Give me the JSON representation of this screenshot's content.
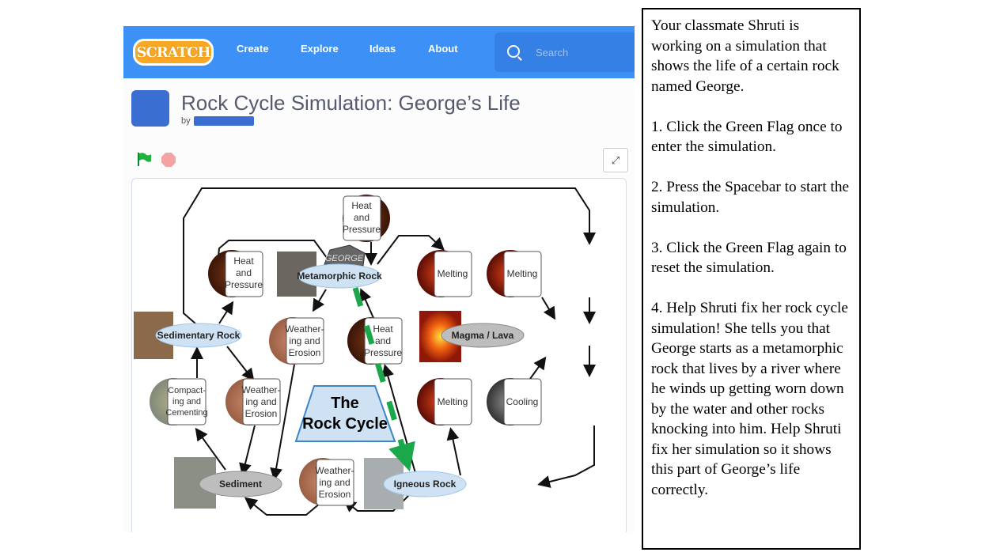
{
  "nav": {
    "logo": "SCRATCH",
    "links": [
      "Create",
      "Explore",
      "Ideas",
      "About"
    ],
    "search_placeholder": "Search"
  },
  "project": {
    "title": "Rock Cycle Simulation: George’s Life",
    "by": "by"
  },
  "diagram": {
    "title_lines": [
      "The",
      "Rock Cycle"
    ],
    "rocks": {
      "metamorphic": "Metamorphic Rock",
      "sedimentary": "Sedimentary Rock",
      "magma": "Magma / Lava",
      "sediment": "Sediment",
      "igneous": "Igneous Rock"
    },
    "george_label": "GEORGE",
    "processes": {
      "heat_top": [
        "Heat",
        "and",
        "Pressure"
      ],
      "heat_left": [
        "Heat",
        "and",
        "Pressure"
      ],
      "melting_1": [
        "Melting"
      ],
      "melting_2": [
        "Melting"
      ],
      "weather_center": [
        "Weather-",
        "ing and",
        "Erosion"
      ],
      "heat_center": [
        "Heat",
        "and",
        "Pressure"
      ],
      "compacting": [
        "Compact-",
        "ing and",
        "Cementing"
      ],
      "weather_left": [
        "Weather-",
        "ing and",
        "Erosion"
      ],
      "melting_3": [
        "Melting"
      ],
      "cooling": [
        "Cooling"
      ],
      "weather_bottom": [
        "Weather-",
        "ing and",
        "Erosion"
      ]
    }
  },
  "instructions": [
    "Your classmate Shruti is working on a simulation that shows the life of a certain rock named George.",
    "1. Click the Green Flag once to enter the simulation.",
    "2. Press the Spacebar to start the simulation.",
    "3. Click the Green Flag again to reset the simulation.",
    "4. Help Shruti fix her rock cycle simulation! She tells you that George starts as a metamorphic rock that lives by a river where he winds up getting worn down by the water and other rocks knocking into him. Help Shruti fix her simulation so it shows this part of George’s life correctly."
  ],
  "colors": {
    "nav": "#3d90f6",
    "rock_blue": "#cfe2f3",
    "rock_gray": "#bdbdbd",
    "path_green": "#1aa84a"
  }
}
